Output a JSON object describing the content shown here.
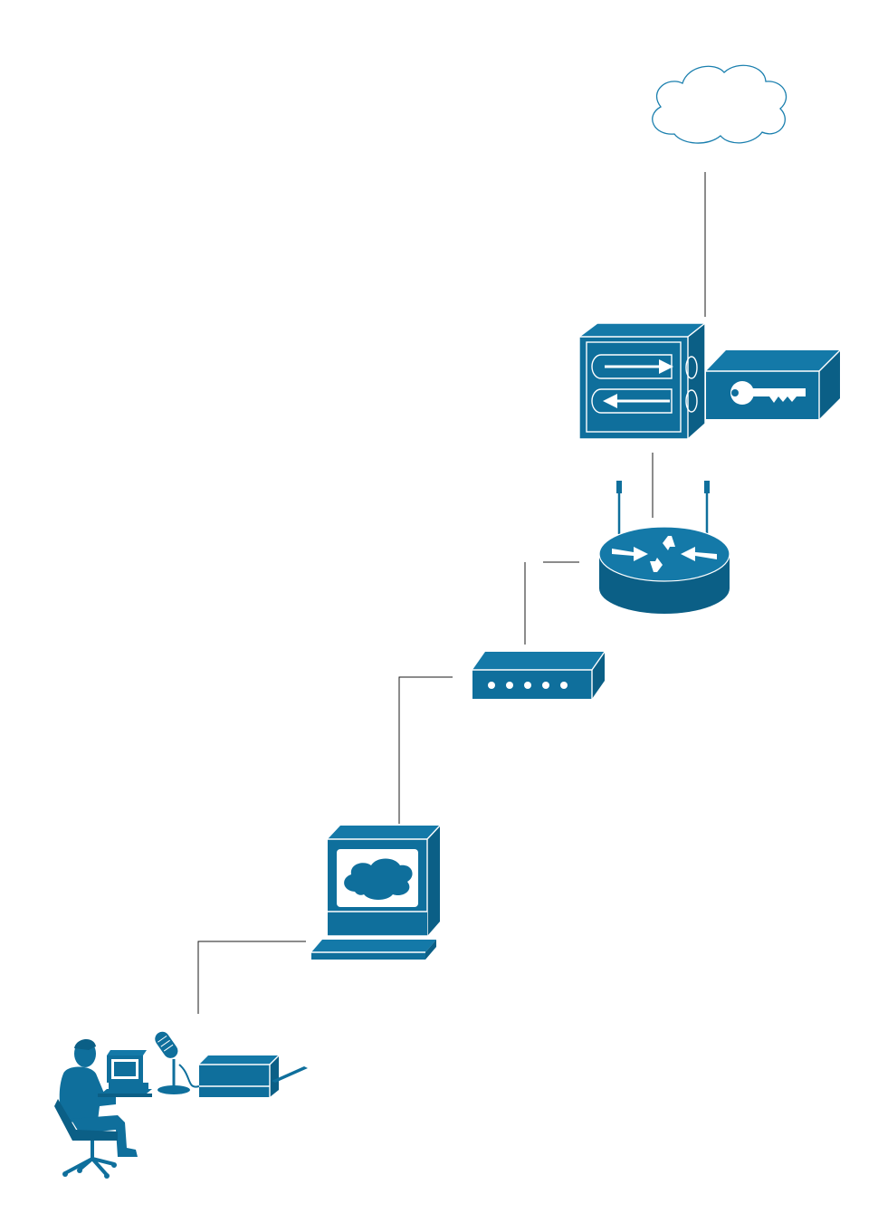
{
  "diagram": {
    "type": "network-topology",
    "colors": {
      "device": "#0f6f9c",
      "device_dark": "#0b5f86",
      "cloud_outline": "#1a7fae",
      "connector": "#1a1a1a"
    },
    "nodes": [
      {
        "name": "cloud",
        "icon": "cloud-icon"
      },
      {
        "name": "firewall",
        "icon": "firewall-icon"
      },
      {
        "name": "vpn-concentrator",
        "icon": "key-box-icon"
      },
      {
        "name": "wireless-router",
        "icon": "wireless-router-icon"
      },
      {
        "name": "modem",
        "icon": "modem-icon"
      },
      {
        "name": "workstation",
        "icon": "web-terminal-icon"
      },
      {
        "name": "user-workstation",
        "icon": "person-at-desk-icon"
      },
      {
        "name": "microphone",
        "icon": "microphone-icon"
      },
      {
        "name": "printer",
        "icon": "printer-icon"
      }
    ],
    "edges": [
      [
        "cloud",
        "firewall"
      ],
      [
        "firewall",
        "wireless-router"
      ],
      [
        "wireless-router",
        "modem"
      ],
      [
        "modem",
        "workstation"
      ],
      [
        "workstation",
        "user-workstation"
      ]
    ]
  }
}
